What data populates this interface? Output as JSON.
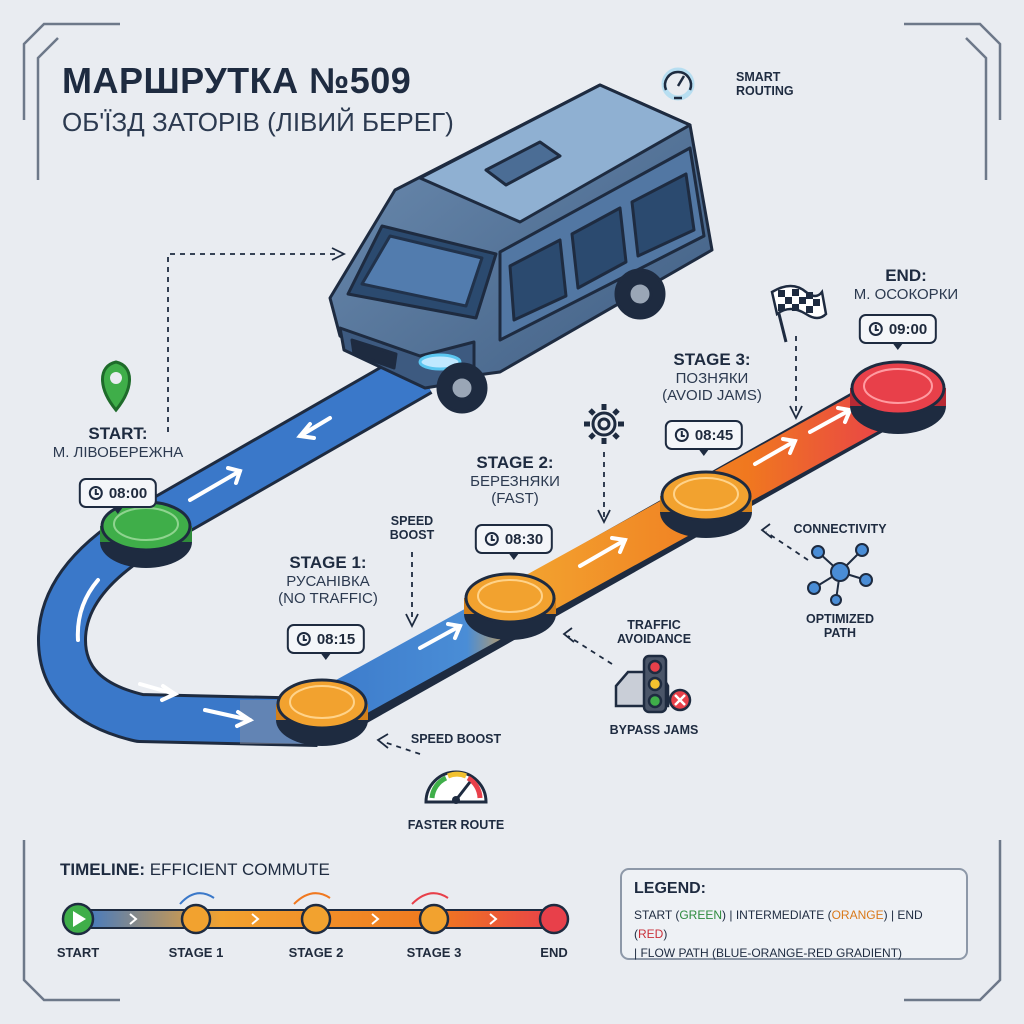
{
  "title": "МАРШРУТКА №509",
  "subtitle": "ОБ'ЇЗД ЗАТОРІВ (ЛІВИЙ БЕРЕГ)",
  "smart_routing": [
    "SMART",
    "ROUTING"
  ],
  "stops": [
    {
      "id": "start",
      "label": "START:",
      "name": "М. ЛІВОБЕРЕЖНА",
      "note": "",
      "time": "08:00",
      "color": "#3fae49"
    },
    {
      "id": "stage1",
      "label": "STAGE 1:",
      "name": "РУСАНІВКА",
      "note": "(NO TRAFFIC)",
      "time": "08:15",
      "color": "#f2a22f"
    },
    {
      "id": "stage2",
      "label": "STAGE 2:",
      "name": "БЕРЕЗНЯКИ",
      "note": "(FAST)",
      "time": "08:30",
      "color": "#f2a22f"
    },
    {
      "id": "stage3",
      "label": "STAGE 3:",
      "name": "ПОЗНЯКИ",
      "note": "(AVOID JAMS)",
      "time": "08:45",
      "color": "#f2a22f"
    },
    {
      "id": "end",
      "label": "END:",
      "name": "М. ОСОКОРКИ",
      "note": "",
      "time": "09:00",
      "color": "#e8404a"
    }
  ],
  "callouts": {
    "speed_boost_top": [
      "SPEED",
      "BOOST"
    ],
    "speed_boost_bottom": "SPEED BOOST",
    "faster_route": "FASTER ROUTE",
    "traffic_avoidance": [
      "TRAFFIC",
      "AVOIDANCE"
    ],
    "bypass_jams": "BYPASS JAMS",
    "connectivity": "CONNECTIVITY",
    "optimized_path": [
      "OPTIMIZED",
      "PATH"
    ]
  },
  "timeline": {
    "title_bold": "TIMELINE:",
    "title_rest": " EFFICIENT COMMUTE",
    "points": [
      "START",
      "STAGE 1",
      "STAGE 2",
      "STAGE 3",
      "END"
    ]
  },
  "legend": {
    "title": "LEGEND:",
    "start": "START (",
    "green": "GREEN",
    "intermediate": ") | INTERMEDIATE (",
    "orange": "ORANGE",
    "end": ") | END (",
    "red": "RED",
    "close": ")",
    "row2": "| FLOW PATH (BLUE-ORANGE-RED GRADIENT)"
  },
  "colors": {
    "blue": "#3a78c9",
    "green": "#3fae49",
    "orange": "#f2a22f",
    "red": "#e8404a",
    "ink": "#1e2b40"
  },
  "icons": [
    "map-pin-icon",
    "gauge-icon",
    "gear-icon",
    "checkered-flag-icon",
    "network-icon",
    "traffic-light-icon",
    "speedometer-icon",
    "clock-icon",
    "play-icon",
    "minibus-icon"
  ]
}
